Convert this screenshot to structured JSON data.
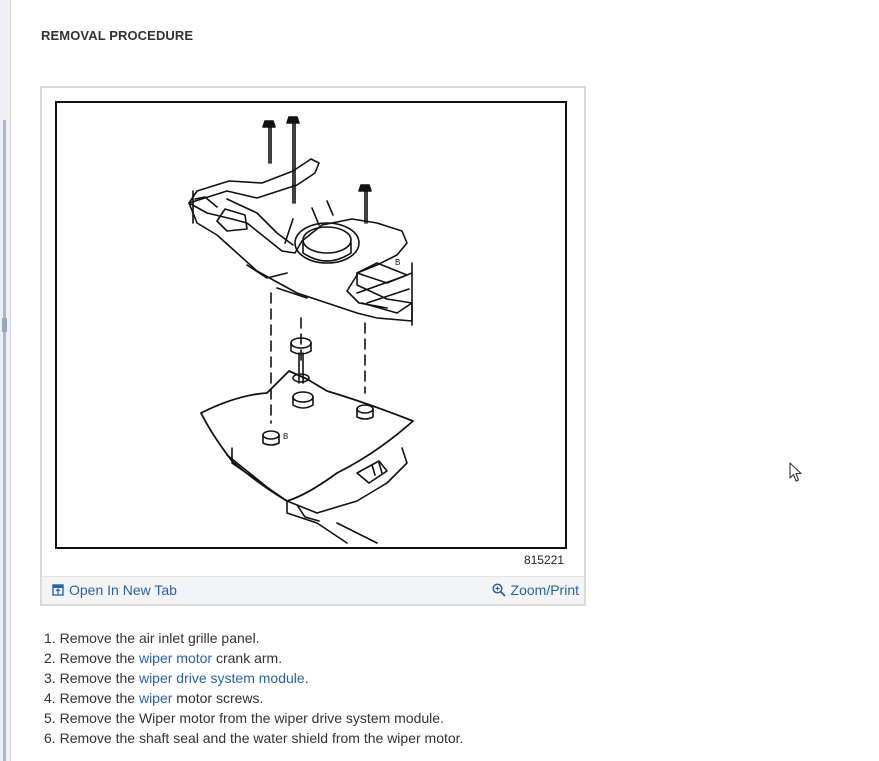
{
  "heading": "REMOVAL PROCEDURE",
  "figure": {
    "number": "815221",
    "open_new_tab": "Open In New Tab",
    "zoom_print": "Zoom/Print"
  },
  "steps": [
    {
      "num": "1.",
      "pre": "Remove the air inlet grille panel.",
      "link": "",
      "post": ""
    },
    {
      "num": "2.",
      "pre": "Remove the ",
      "link": "wiper motor",
      "post": " crank arm."
    },
    {
      "num": "3.",
      "pre": "Remove the ",
      "link": "wiper drive system module",
      "post": "."
    },
    {
      "num": "4.",
      "pre": "Remove the ",
      "link": "wiper",
      "post": " motor screws."
    },
    {
      "num": "5.",
      "pre": "Remove the Wiper motor from the wiper drive system module.",
      "link": "",
      "post": ""
    },
    {
      "num": "6.",
      "pre": "Remove the shaft seal and the water shield from the wiper motor.",
      "link": "",
      "post": ""
    }
  ],
  "colors": {
    "link": "#2a62a8",
    "text": "#333333"
  }
}
